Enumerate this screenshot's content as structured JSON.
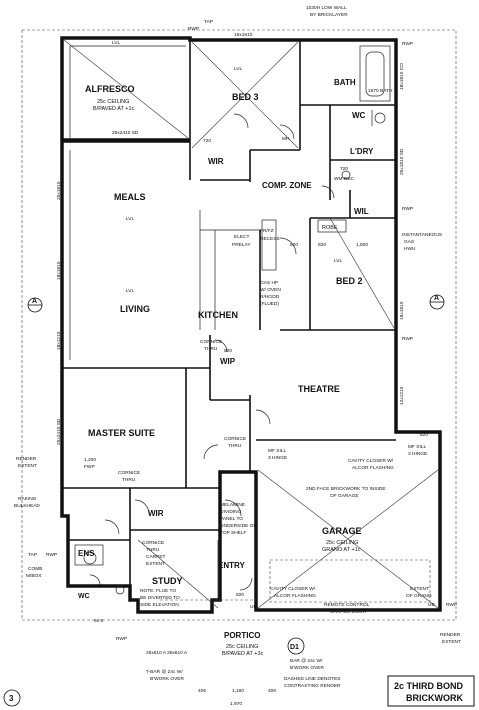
{
  "rooms": {
    "alfresco": "ALFRESCO",
    "alfresco_ceiling": "25c CEILING",
    "alfresco_floor": "B/PAVED AT +1c",
    "bed3": "BED 3",
    "bath": "BATH",
    "wc_top": "WC",
    "ldry": "L'DRY",
    "wir_top": "WIR",
    "comp_zone": "COMP. ZONE",
    "wil": "WIL",
    "meals": "MEALS",
    "living": "LIVING",
    "kitchen": "KITCHEN",
    "bed2": "BED 2",
    "robe": "ROBE",
    "wip": "WIP",
    "theatre": "THEATRE",
    "master_suite": "MASTER SUITE",
    "wir_mid": "WIR",
    "ens": "ENS",
    "wc_bottom": "WC",
    "study": "STUDY",
    "entry": "ENTRY",
    "garage": "GARAGE",
    "garage_ceiling": "25c CEILING",
    "garage_floor": "GRANO AT +1c",
    "portico": "PORTICO",
    "portico_ceiling": "25c CEILING",
    "portico_floor": "B/PAVED AT +3c"
  },
  "labels": {
    "low_wall": "1030H LOW WALL",
    "by_bricklayer": "BY BRICKLAYER",
    "tap_top": "TAP",
    "rwp_top": "RWP",
    "dim_top": "18x1810",
    "lvl1": "LVL",
    "lvl2": "LVL",
    "lvl3": "LVL",
    "lvl4": "LVL",
    "lvl5": "LVL",
    "sd_alf": "25x2410 SD",
    "dim_720_a": "720",
    "dim_720_b": "720",
    "mh": "MH",
    "bath_tub": "1670 BATH",
    "elect": "ELECT",
    "prelay": "PRELAY",
    "frfz": "FR/FZ",
    "recess": "RECESS",
    "dim_820_a": "820",
    "dim_820_b": "820",
    "dim_820_c": "820",
    "dim_820_d": "820",
    "dim_820_e": "820",
    "dim_1500": "1,500",
    "gas_hp": "GAS HP",
    "wall_oven": "W/ OVEN",
    "rangehood": "R/HOOD",
    "flued": "(FLUED)",
    "wm_rec": "WM REC",
    "inst_gas": "INSTANTANEOUS",
    "inst_gas2": "GAS",
    "inst_gas3": "HWU",
    "cornice1": "CORNICE",
    "thru1": "THRU",
    "cornice2": "CORNICE",
    "thru2": "THRU",
    "cornice3": "CORNICE",
    "thru3": "THRU",
    "cornice4": "CORNICE",
    "thru4": "THRU",
    "carpet_ext": "CARPET",
    "extent": "EXTENT",
    "dim_1200": "1,200",
    "fwp": "FWP",
    "mf_sill_a": "MF SILL",
    "mf_hinge_a": "3 HINGE",
    "mf_sill_b": "MF SILL",
    "mf_hinge_b": "3 HINGE",
    "cavity_top": "CAVITY CLOSER W/",
    "alcor_top": "ALCOR FLASHING",
    "face_brick": "2ND FACE BRICKWORK TO INSIDE",
    "face_brick2": "OF GARAGE",
    "melamine1": "MELAMINE",
    "melamine2": "DIVIDING",
    "melamine3": "PANEL TO",
    "melamine4": "UNDERSIDE OF",
    "melamine5": "TOP SHELF",
    "render_ext_l": "RENDER",
    "render_ext_l2": "EXTENT",
    "raking": "RAKING",
    "bulkhead": "BULKHEAD",
    "tap_left": "TAP",
    "rwp_left": "RWP",
    "comb": "COMB",
    "mbox": "M/BOX",
    "flue1": "NOTE: FLUE TO",
    "flue2": "BE DIVERTED TO",
    "flue3": "SIDE ELEVATION",
    "cavity_bot": "CAVITY CLOSER W/",
    "alcor_bot": "ALCOR FLASHING",
    "remote": "REMOTE CONTROL",
    "garage_door": "GARAGE DOOR",
    "extent_grano": "EXTENT",
    "extent_grano2": "OF GRANO",
    "dim_6x5": "6x 5",
    "rwp_bot": "RWP",
    "ub1": "UB",
    "ub2": "UB",
    "dim_25x610": "25x610 A  25x610 A",
    "tbar1": "T-BAR @ 24c W/",
    "tbar2": "B'WORK OVER",
    "bar_r1": "BAR @ 24c W/",
    "bar_r2": "B'WORK OVER",
    "dashed1": "DASHED LINE DENOTES",
    "dashed2": "CONTRASTING RENDER",
    "render_ext_r": "RENDER",
    "render_ext_r2": "EXTENT",
    "dim_406": "406",
    "dim_1160": "1,160",
    "dim_406b": "406",
    "dim_1970": "1,970",
    "section_a": "A",
    "section_a2": "A",
    "section_d1": "D1",
    "num_3": "3",
    "title1": "2c THIRD BOND",
    "title2": "BRICKWORK",
    "dim_1810_l": "25x1810",
    "dim_1810_l2": "18x1810",
    "dim_1210_l": "18x1210",
    "dim_2410_l": "25x2410 SD",
    "dim_1810_r": "18x1810 CO",
    "dim_1810_r2": "25x1810 SD",
    "dim_1810_r3": "18x1810",
    "dim_1210_r": "12x1210",
    "rwp_r1": "RWP",
    "rwp_r2": "RWP",
    "rwp_r3": "RWP",
    "rwp_r4": "RWP"
  }
}
